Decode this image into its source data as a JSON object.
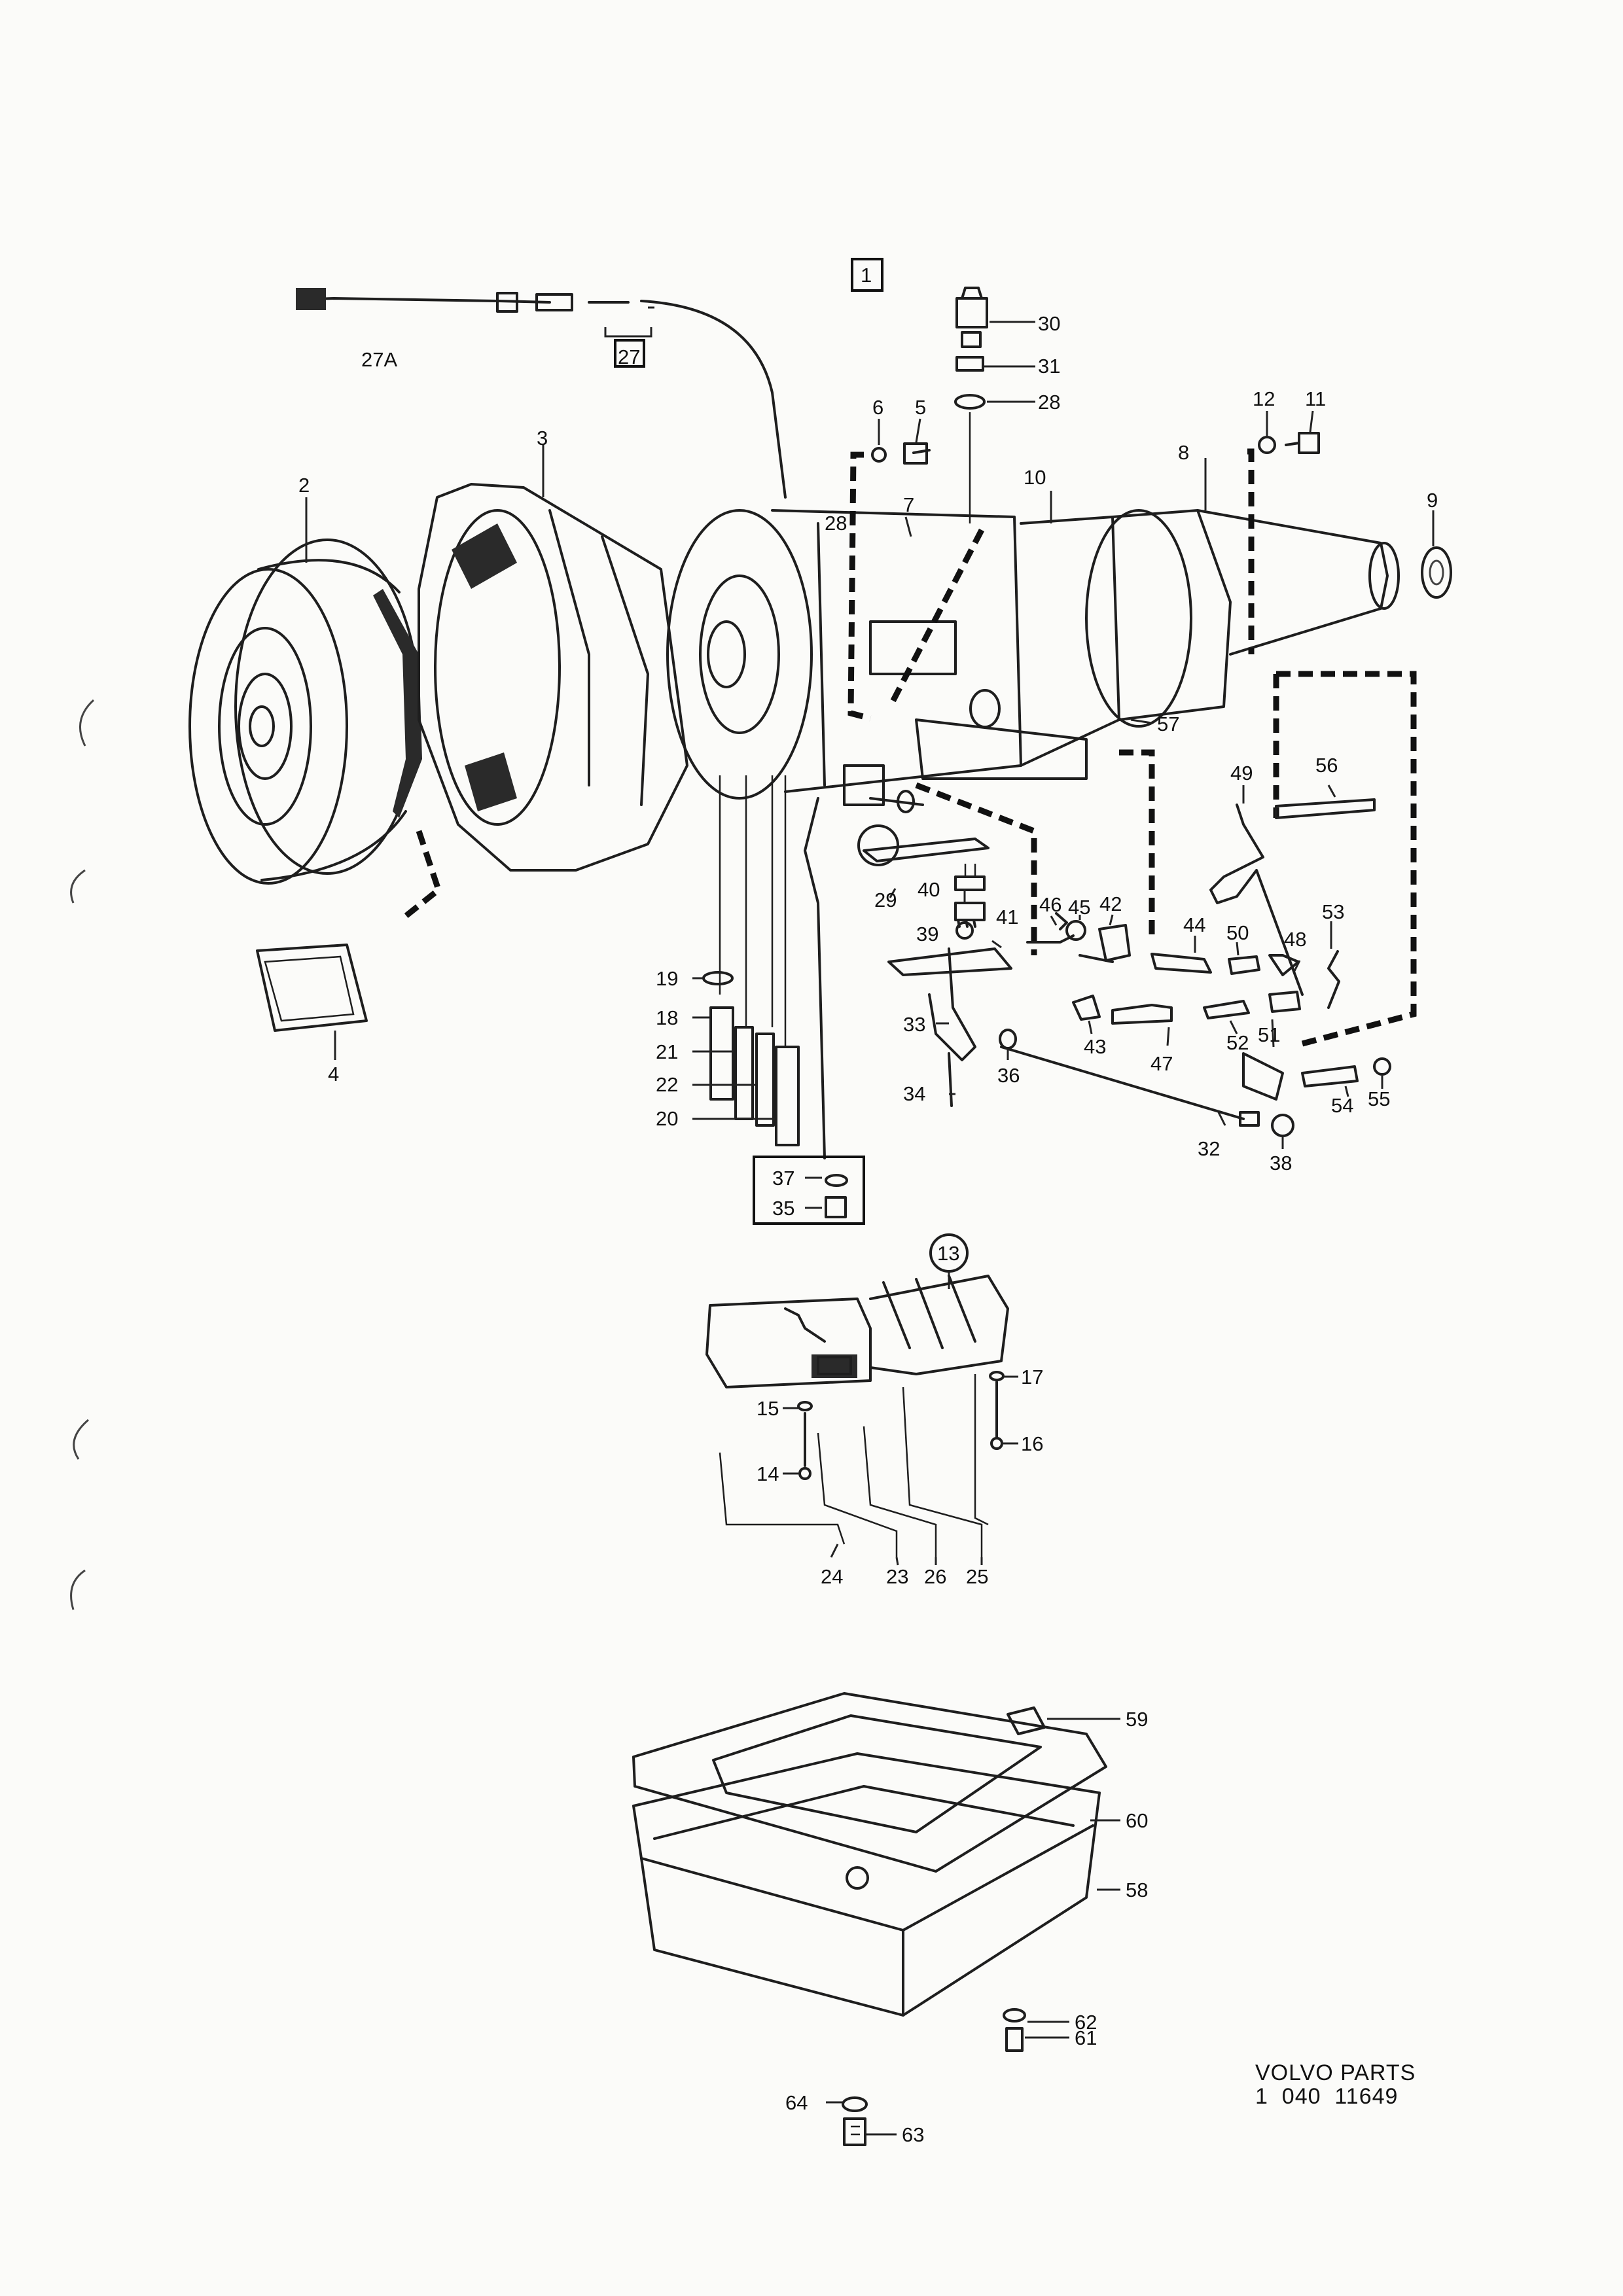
{
  "sheet": {
    "group_number": "1",
    "subgroup_number": "13"
  },
  "callouts": [
    "27A",
    "27",
    "30",
    "31",
    "28",
    "6",
    "5",
    "12",
    "11",
    "2",
    "3",
    "7",
    "10",
    "8",
    "9",
    "28",
    "57",
    "49",
    "56",
    "29",
    "40",
    "46",
    "45",
    "42",
    "44",
    "50",
    "48",
    "53",
    "39",
    "41",
    "33",
    "43",
    "47",
    "52",
    "51",
    "54",
    "55",
    "36",
    "34",
    "32",
    "38",
    "19",
    "18",
    "21",
    "22",
    "20",
    "37",
    "35",
    "4",
    "17",
    "16",
    "15",
    "14",
    "24",
    "23",
    "26",
    "25",
    "59",
    "60",
    "58",
    "62",
    "61",
    "64",
    "63"
  ],
  "footer": {
    "brand": "VOLVO PARTS",
    "reference": "1  040  11649"
  },
  "colors": {
    "ink": "#1e1e1e",
    "paper": "#fbfbf9"
  }
}
